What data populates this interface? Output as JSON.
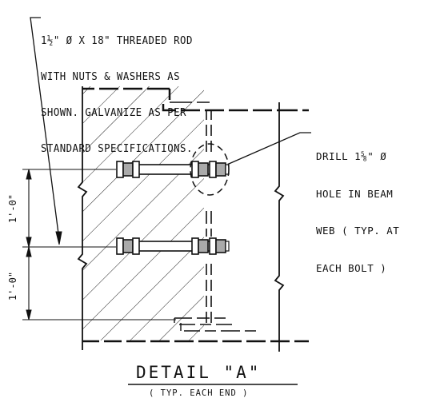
{
  "rod_note": {
    "line1": "1½\" Ø X 18\" THREADED ROD",
    "line2": "WITH NUTS & WASHERS AS",
    "line3": "SHOWN. GALVANIZE AS PER",
    "line4": "STANDARD SPECIFICATIONS."
  },
  "drill_note": {
    "line1": "DRILL 1⅝\" Ø",
    "line2": "HOLE IN BEAM",
    "line3": "WEB ( TYP. AT",
    "line4": "EACH BOLT )"
  },
  "dimensions": {
    "upper": "1'-0\"",
    "lower": "1'-0\""
  },
  "detail": {
    "title": "DETAIL \"A\"",
    "subtitle": "( TYP. EACH END )"
  }
}
